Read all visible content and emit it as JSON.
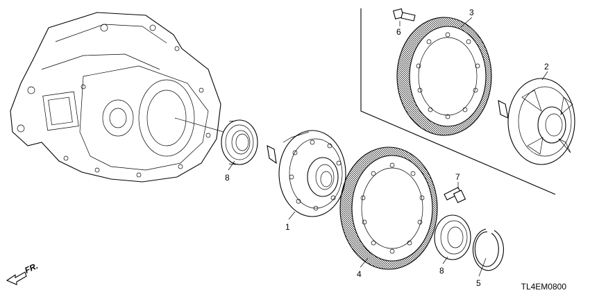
{
  "diagram": {
    "code": "TL4EM0800",
    "front_label": "FR.",
    "callouts": {
      "p1": "1",
      "p2": "2",
      "p3": "3",
      "p4": "4",
      "p5": "5",
      "p6": "6",
      "p7": "7",
      "p8a": "8",
      "p8b": "8"
    }
  }
}
